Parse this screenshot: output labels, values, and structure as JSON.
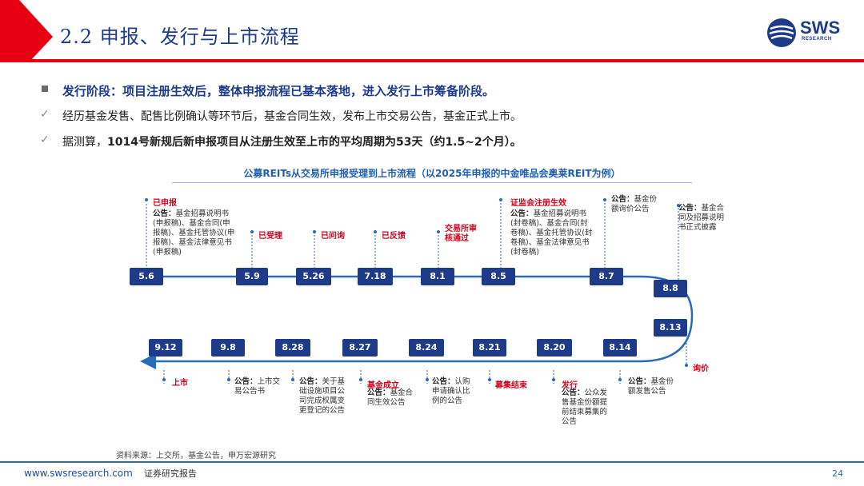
{
  "header": {
    "title": "2.2 申报、发行与上市流程",
    "logo_text": "SWS",
    "logo_sub": "RESEARCH"
  },
  "bullets": {
    "b1": "发行阶段：项目注册生效后，整体申报流程已基本落地，进入发行上市筹备阶段。",
    "b2": "经历基金发售、配售比例确认等环节后，基金合同生效，发布上市交易公告，基金正式上市。",
    "b3_pre": "据测算，",
    "b3_bold": "1014号新规后新申报项目从注册生效至上市的平均周期为53天（约1.5~2个月）。",
    "b2_mark": "✓",
    "b3_mark": "✓"
  },
  "chart": {
    "subtitle": "公募REITs从交易所申报受理到上市流程（以2025年申报的中金唯品会奥莱REIT为例）",
    "top_dates": [
      "5.6",
      "5.9",
      "5.26",
      "7.18",
      "8.1",
      "8.5",
      "8.7"
    ],
    "side_dates": [
      "8.8",
      "8.13"
    ],
    "bottom_dates": [
      "9.12",
      "9.8",
      "8.28",
      "8.27",
      "8.24",
      "8.21",
      "8.20",
      "8.14"
    ],
    "top_labels": {
      "t1": "已申报",
      "t2": "已受理",
      "t3": "已问询",
      "t4": "已反馈",
      "t5": "交易所审核通过",
      "t6": "证监会注册生效"
    },
    "top_notes": {
      "n1_k": "公告：",
      "n1": "基金招募说明书(申报稿)、基金合同(申报稿)、基金托管协议(申报稿)、基金法律意见书(申报稿)",
      "n6_k": "公告：",
      "n6": "基金招募说明书(封卷稿)、基金合同(封卷稿)、基金托管协议(封卷稿)、基金法律意见书(封卷稿)",
      "n7_k": "公告：",
      "n7": "基金份额询价公告",
      "n8_k": "公告：",
      "n8": "基金合同及招募说明书正式披露"
    },
    "bottom_labels": {
      "l_up": "上市",
      "l_found": "基金成立",
      "l_end": "募集结束",
      "l_issue": "发行",
      "l_price": "询价"
    },
    "bottom_notes": {
      "m1_k": "公告：",
      "m1": "上市交易公告书",
      "m2_k": "公告：",
      "m2": "关于基础设施项目公司完成权属变更登记的公告",
      "m3_k": "公告：",
      "m3": "基金合同生效公告",
      "m4_k": "公告：",
      "m4": "认购申请确认比例的公告",
      "m5_k": "公告：",
      "m5": "公众发售基金份额提前结束募集的公告",
      "m6_k": "公告：",
      "m6": "基金份额发售公告"
    }
  },
  "footer": {
    "source": "资料来源：上交所，基金公告，申万宏源研究",
    "url": "www.swsresearch.com",
    "report": "证券研究报告",
    "page": "24"
  },
  "colors": {
    "accent": "#1e3b8a",
    "red": "#d0021b",
    "line": "#2a6bb7"
  }
}
